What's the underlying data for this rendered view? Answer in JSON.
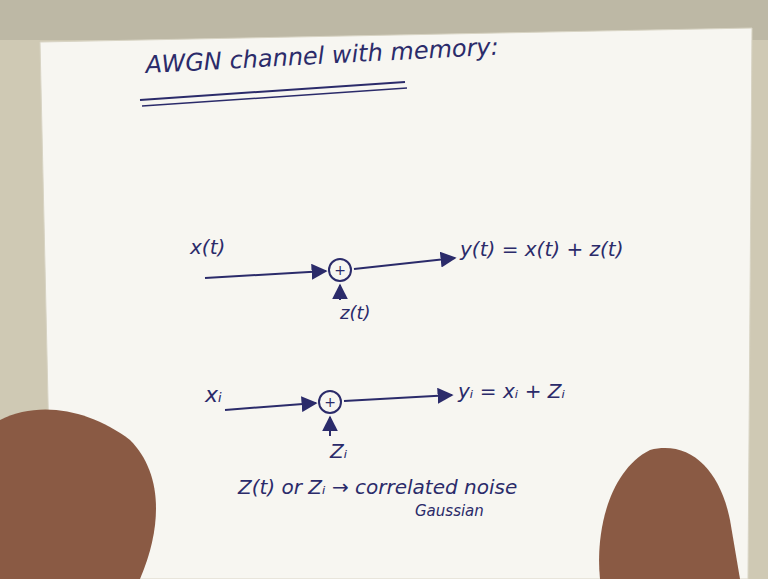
{
  "diagram": {
    "title": "AWGN channel with memory:",
    "nodes": [
      {
        "text": [
          "+"
        ]
      },
      {
        "text": [
          "+"
        ]
      }
    ],
    "labels": [
      "x(t)",
      "z(t)",
      "y(t) = x(t) + z(t)",
      "xᵢ",
      "Zᵢ",
      "yᵢ = xᵢ + Zᵢ",
      "Z(t) or Zᵢ → correlated noise",
      "Gaussian"
    ]
  }
}
